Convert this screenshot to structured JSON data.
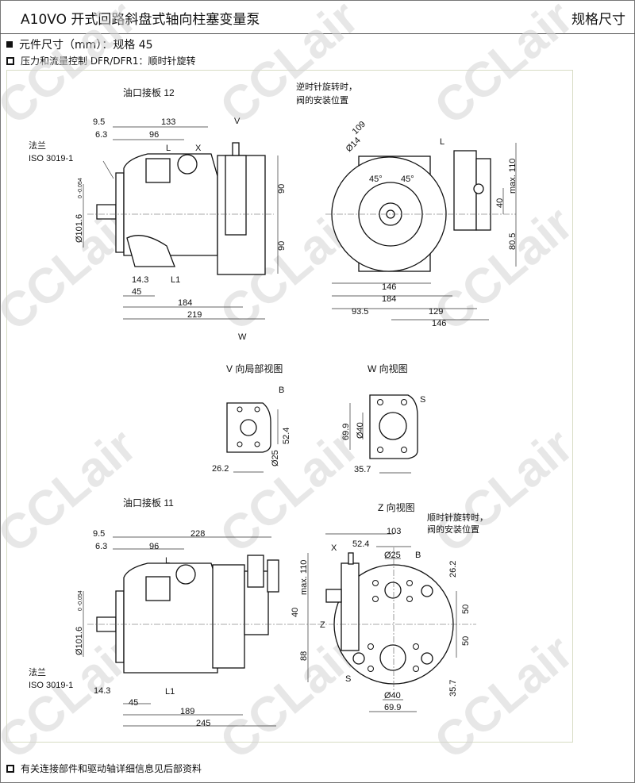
{
  "header": {
    "title": "A10VO 开式回路斜盘式轴向柱塞变量泵",
    "section": "规格尺寸"
  },
  "heading": "元件尺寸（mm）：规格 45",
  "subheading": "压力和流量控制 DFR/DFR1：顺时针旋转",
  "footer_note": "有关连接部件和驱动轴详细信息见后部资料",
  "watermark": "CCLair",
  "view_top_left": {
    "title": "油口接板 12",
    "flange_label": "法兰",
    "flange_std": "ISO 3019-1",
    "dims": {
      "d9_5": "9.5",
      "d133": "133",
      "d6_3": "6.3",
      "d96": "96",
      "d90a": "90",
      "d90b": "90",
      "dia": "Ø101.6",
      "tol": "0 -0.054",
      "d14_3": "14.3",
      "d45": "45",
      "d184": "184",
      "d219": "219"
    },
    "ports": {
      "L": "L",
      "X": "X",
      "V": "V",
      "L1": "L1",
      "W": "W"
    }
  },
  "view_top_right": {
    "note_line1": "逆时针旋转时，",
    "note_line2": "阀的安装位置",
    "dims": {
      "d109": "109",
      "d14": "Ø14",
      "max110": "max. 110",
      "d40": "40",
      "d80_5": "80.5",
      "a45a": "45°",
      "a45b": "45°",
      "d146": "146",
      "d184": "184",
      "d93_5": "93.5",
      "d129": "129",
      "d146b": "146"
    },
    "ports": {
      "L": "L"
    }
  },
  "view_v": {
    "title": "V 向局部视图",
    "port": "B",
    "dims": {
      "d52_4": "52.4",
      "d25": "Ø25",
      "d26_2": "26.2"
    }
  },
  "view_w": {
    "title": "W 向视图",
    "port": "S",
    "dims": {
      "d69_9": "69.9",
      "d40": "Ø40",
      "d35_7": "35.7"
    }
  },
  "view_bottom_left": {
    "title": "油口接板 11",
    "flange_label": "法兰",
    "flange_std": "ISO 3019-1",
    "dims": {
      "d9_5": "9.5",
      "d228": "228",
      "d6_3": "6.3",
      "d96": "96",
      "max110": "max. 110",
      "d40": "40",
      "d88": "88",
      "dia": "Ø101.6",
      "tol": "0 -0.054",
      "d14_3": "14.3",
      "d45": "45",
      "d189": "189",
      "d245": "245"
    },
    "ports": {
      "L": "L",
      "L1": "L1",
      "Z": "Z"
    }
  },
  "view_z": {
    "title": "Z 向视图",
    "note_line1": "顺时针旋转时，",
    "note_line2": "阀的安装位置",
    "dims": {
      "d103": "103",
      "d52_4": "52.4",
      "d25": "Ø25",
      "d26_2": "26.2",
      "d50a": "50",
      "d50b": "50",
      "d35_7": "35.7",
      "d40": "Ø40",
      "d69_9": "69.9"
    },
    "ports": {
      "X": "X",
      "B": "B",
      "S": "S"
    }
  }
}
